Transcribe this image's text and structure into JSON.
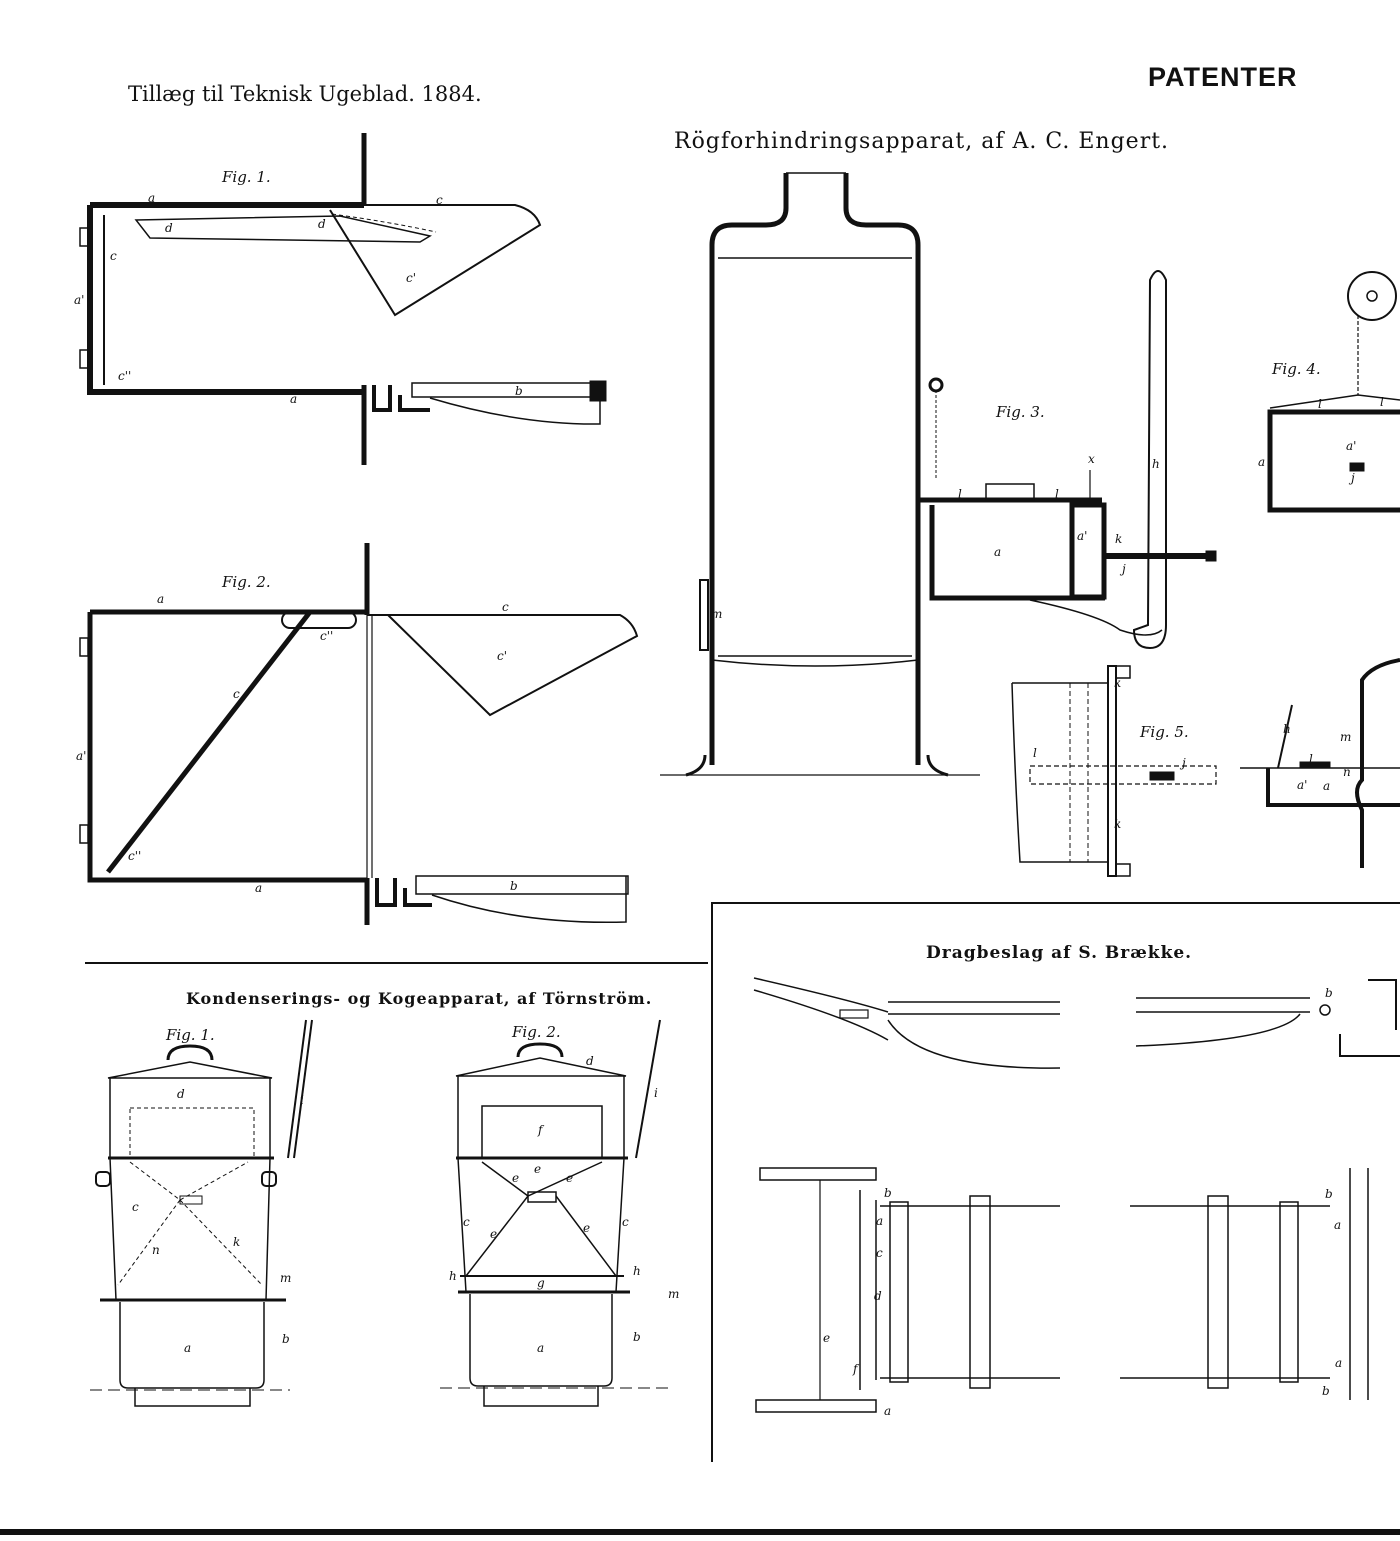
{
  "header": {
    "supplement": "Tillæg til Teknisk Ugeblad. 1884.",
    "section": "PATENTER"
  },
  "panels": {
    "smoke_preventer": {
      "title": "Rögforhindringsapparat, af A. C. Engert.",
      "figures": [
        "Fig. 1.",
        "Fig. 2.",
        "Fig. 3.",
        "Fig. 4.",
        "Fig. 5."
      ]
    },
    "condenser": {
      "title": "Kondenserings- og Kogeapparat, af Törnström.",
      "figures": [
        "Fig. 1.",
        "Fig. 2."
      ]
    },
    "drag_fitting": {
      "title": "Dragbeslag af S. Brække."
    }
  },
  "labels": {
    "a": "a",
    "b": "b",
    "c": "c",
    "c1": "c'",
    "c2": "c''",
    "d": "d",
    "e": "e",
    "f": "f",
    "g": "g",
    "h": "h",
    "i": "i",
    "j": "j",
    "k": "k",
    "l": "l",
    "m": "m",
    "n": "n",
    "x": "x",
    "a1": "a'"
  }
}
